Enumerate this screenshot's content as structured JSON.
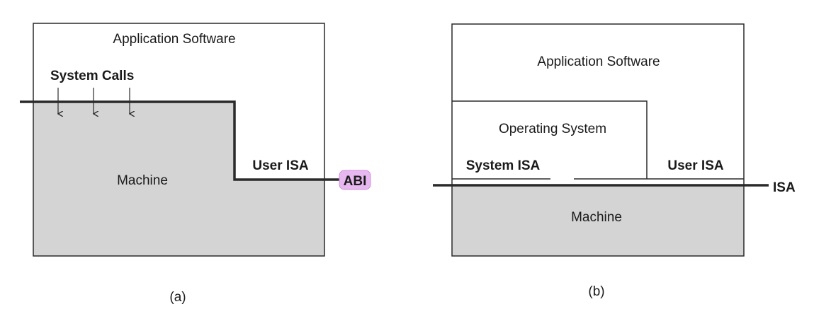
{
  "diagram_a": {
    "application_label": "Application Software",
    "system_calls_label": "System Calls",
    "machine_label": "Machine",
    "user_isa_label": "User ISA",
    "abi_label": "ABI",
    "caption": "(a)"
  },
  "diagram_b": {
    "application_label": "Application Software",
    "os_label": "Operating System",
    "system_isa_label": "System ISA",
    "user_isa_label": "User ISA",
    "machine_label": "Machine",
    "isa_label": "ISA",
    "caption": "(b)"
  },
  "colors": {
    "machine_fill": "#d4d4d4",
    "line": "#2a2a2a",
    "abi_highlight": "#e7b7ef"
  }
}
